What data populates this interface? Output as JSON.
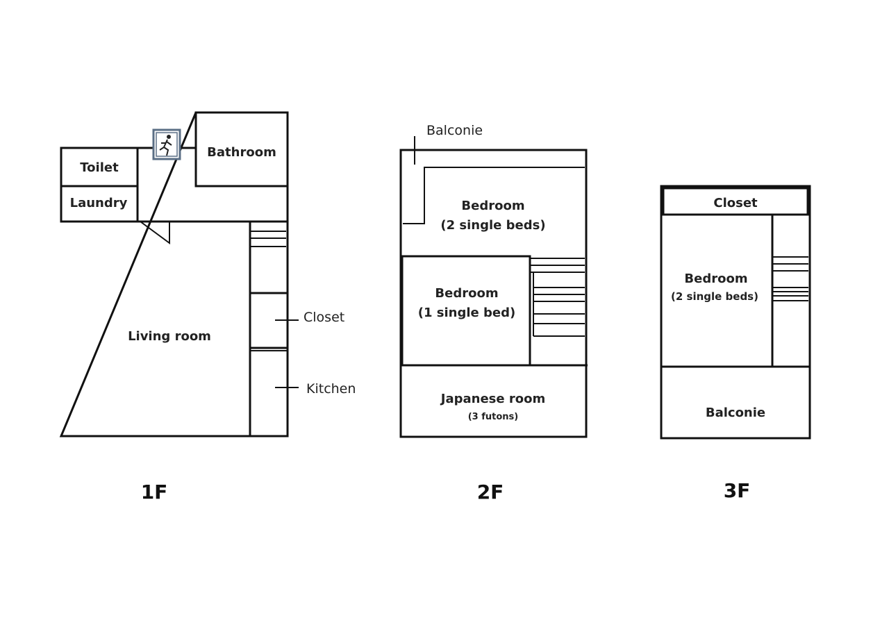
{
  "colors": {
    "line": "#111111",
    "text": "#222222",
    "exit_sign": "#5b6f86"
  },
  "floors": {
    "f1": {
      "label": "1F",
      "rooms": {
        "toilet": "Toilet",
        "laundry": "Laundry",
        "bathroom": "Bathroom",
        "living": "Living room"
      },
      "callouts": {
        "closet": "Closet",
        "kitchen": "Kitchen"
      },
      "icons": {
        "exit": "emergency-exit-icon"
      }
    },
    "f2": {
      "label": "2F",
      "callouts": {
        "balconie": "Balconie"
      },
      "rooms": {
        "bedroom_a": "Bedroom",
        "bedroom_a_sub": "(2 single beds)",
        "bedroom_b": "Bedroom",
        "bedroom_b_sub": "(1 single bed)",
        "japanese": "Japanese room",
        "japanese_sub": "(3 futons)"
      }
    },
    "f3": {
      "label": "3F",
      "rooms": {
        "closet": "Closet",
        "bedroom": "Bedroom",
        "bedroom_sub": "(2 single beds)",
        "balconie": "Balconie"
      }
    }
  }
}
